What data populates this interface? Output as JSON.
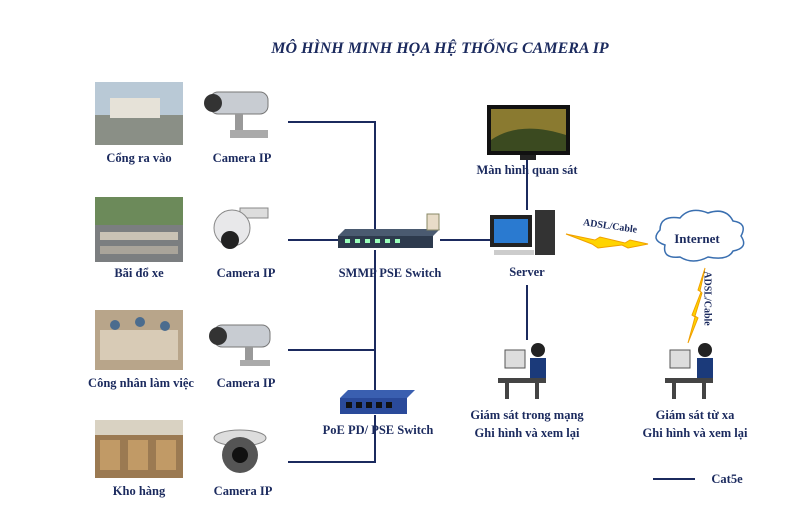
{
  "title": "MÔ HÌNH MINH HỌA HỆ THỐNG CAMERA IP",
  "sites": [
    {
      "label": "Cổng ra vào",
      "camera_label": "Camera IP"
    },
    {
      "label": "Bãi đổ xe",
      "camera_label": "Camera IP"
    },
    {
      "label": "Công nhân làm việc",
      "camera_label": "Camera IP"
    },
    {
      "label": "Kho hàng",
      "camera_label": "Camera IP"
    }
  ],
  "smmp_switch": "SMMP PSE Switch",
  "poe_switch": "PoE PD/ PSE Switch",
  "monitor": "Màn hình quan sát",
  "server": "Server",
  "internet": "Internet",
  "link1": "ADSL/Cable",
  "link2": "ADSL/Cable",
  "local_ws": {
    "line1": "Giám sát trong mạng",
    "line2": "Ghi hình và xem lại"
  },
  "remote_ws": {
    "line1": "Giám sát từ xa",
    "line2": "Ghi hình và xem lại"
  },
  "legend": {
    "label": "Cat5e"
  },
  "colors": {
    "line": "#1b2a5e",
    "lightning": "#ffd400",
    "cloud": "#3a6fb0"
  }
}
